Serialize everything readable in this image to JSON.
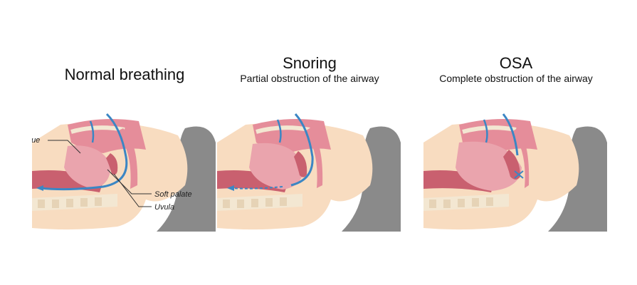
{
  "panels": [
    {
      "id": "normal",
      "title": "Normal breathing",
      "subtitle": "",
      "airway_state": "open",
      "labels": {
        "tongue": "Tongue",
        "soft_palate": "Soft palate",
        "uvula": "Uvula"
      }
    },
    {
      "id": "snoring",
      "title": "Snoring",
      "subtitle": "Partial obstruction of the airway",
      "airway_state": "partial"
    },
    {
      "id": "osa",
      "title": "OSA",
      "subtitle": "Complete obstruction of the airway",
      "airway_state": "complete"
    }
  ],
  "colors": {
    "skin": "#f8dcc0",
    "pillow": "#8a8a8a",
    "tissue": "#e58d9a",
    "tissue_dark": "#c9606f",
    "tongue": "#eaa4ad",
    "airflow": "#3b86c4",
    "bone": "#f3e7d2"
  }
}
